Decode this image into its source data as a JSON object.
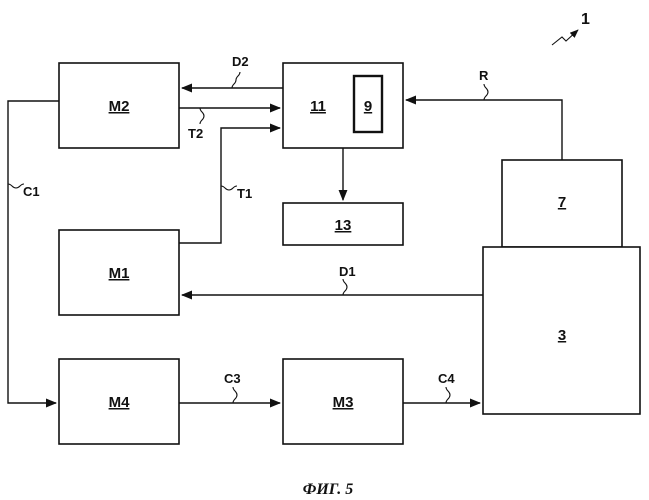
{
  "figure": {
    "ref_numeral": "1",
    "caption": "ФИГ. 5",
    "blocks": {
      "m2": "M2",
      "b11": "11",
      "b9": "9",
      "m1": "M1",
      "b13": "13",
      "b7": "7",
      "b3": "3",
      "m4": "M4",
      "m3": "M3"
    },
    "signals": {
      "d2": "D2",
      "t2": "T2",
      "t1": "T1",
      "c1": "C1",
      "d1": "D1",
      "r": "R",
      "c3": "C3",
      "c4": "C4"
    },
    "colors": {
      "ink": "#111111",
      "background": "#ffffff"
    }
  }
}
